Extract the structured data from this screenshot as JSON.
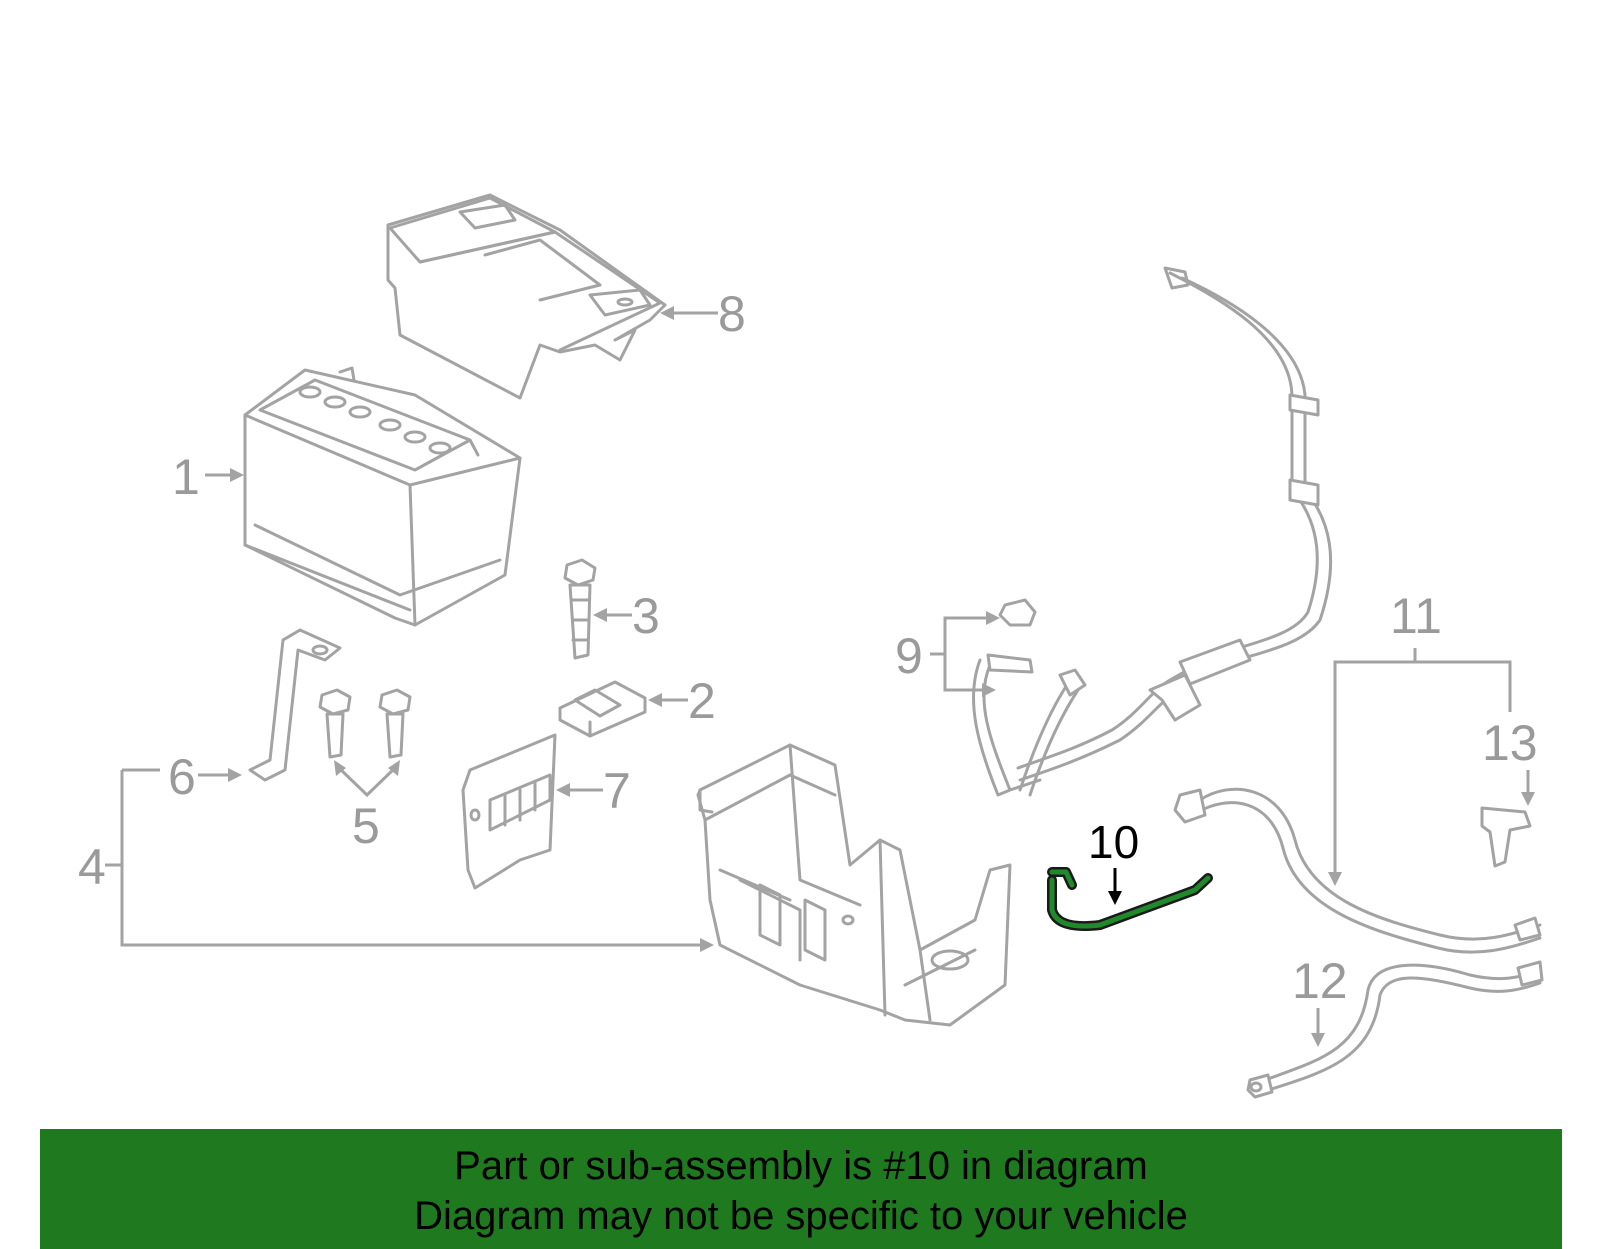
{
  "callouts": {
    "c1": "1",
    "c2": "2",
    "c3": "3",
    "c4": "4",
    "c5": "5",
    "c6": "6",
    "c7": "7",
    "c8": "8",
    "c9": "9",
    "c10": "10",
    "c11": "11",
    "c12": "12",
    "c13": "13"
  },
  "highlighted_part": "10",
  "colors": {
    "line": "#a3a3a3",
    "highlight": "#1f8a2b",
    "banner": "#1f7a1f"
  },
  "banner": {
    "line1": "Part or sub-assembly is #10 in diagram",
    "line2": "Diagram may not be specific to your vehicle"
  }
}
